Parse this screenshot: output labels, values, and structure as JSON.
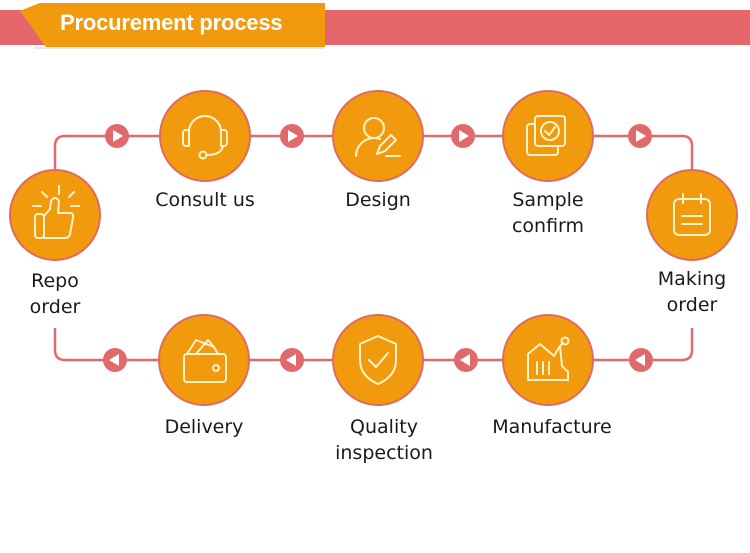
{
  "header": {
    "title": "Procurement process"
  },
  "colors": {
    "banner_bar": "#e4666b",
    "banner_tag": "#f29a0e",
    "circle_fill": "#f29a0e",
    "circle_stroke": "#e06a5c",
    "connector": "#e06a6b",
    "icon_stroke": "#fff3c9",
    "label_text": "#1a1a1a"
  },
  "steps": [
    {
      "id": "consult",
      "lines": [
        "Consult us"
      ],
      "icon": "headset-icon"
    },
    {
      "id": "design",
      "lines": [
        "Design"
      ],
      "icon": "user-edit-icon"
    },
    {
      "id": "sample",
      "lines": [
        "Sample",
        "confirm"
      ],
      "icon": "layers-check-icon"
    },
    {
      "id": "making",
      "lines": [
        "Making",
        "order"
      ],
      "icon": "calendar-icon"
    },
    {
      "id": "manufacture",
      "lines": [
        "Manufacture"
      ],
      "icon": "factory-icon"
    },
    {
      "id": "quality",
      "lines": [
        "Quality",
        "inspection"
      ],
      "icon": "shield-check-icon"
    },
    {
      "id": "delivery",
      "lines": [
        "Delivery"
      ],
      "icon": "wallet-icon"
    },
    {
      "id": "repo",
      "lines": [
        "Repo",
        "order"
      ],
      "icon": "thumbs-up-icon"
    }
  ]
}
